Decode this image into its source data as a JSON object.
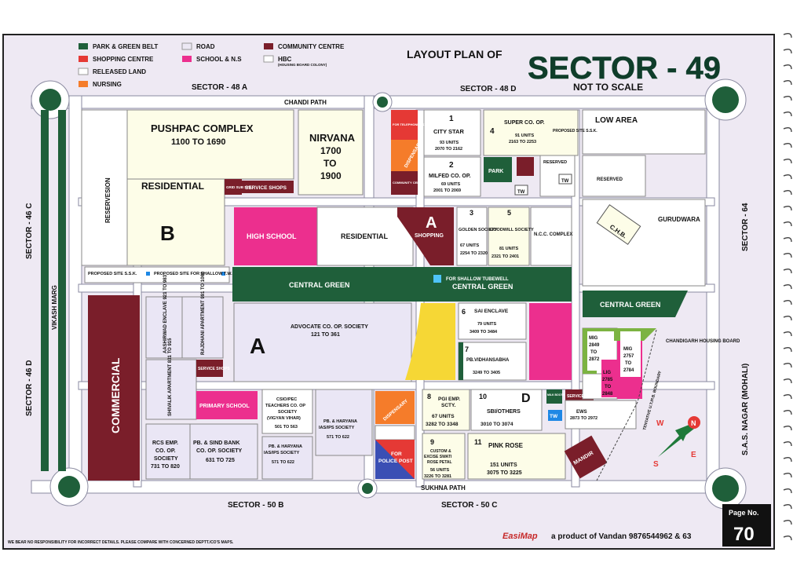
{
  "header": {
    "layout_plan": "LAYOUT PLAN OF",
    "sector_title": "SECTOR - 49",
    "not_to_scale": "NOT TO SCALE"
  },
  "legend": [
    {
      "label": "PARK & GREEN BELT",
      "color": "#1f5f3a"
    },
    {
      "label": "SHOPPING CENTRE",
      "color": "#e53935"
    },
    {
      "label": "RELEASED LAND",
      "color": "#ffffff"
    },
    {
      "label": "NURSING",
      "color": "#f57c2a"
    },
    {
      "label": "ROAD",
      "color": "#ece8f4"
    },
    {
      "label": "SCHOOL & N.S",
      "color": "#ec2f8e"
    },
    {
      "label": "COMMUNITY CENTRE",
      "color": "#7a1e2a"
    },
    {
      "label": "HBC",
      "color": "#ffffff"
    }
  ],
  "legend_hbc_sub": "(HOUSING BOARD COLONY)",
  "neighbours": {
    "top_left": "SECTOR - 48 A",
    "top_right": "SECTOR - 48 D",
    "left_top": "SECTOR - 46 C",
    "left_bottom": "SECTOR - 46 D",
    "right_top": "SECTOR - 64",
    "right_bottom": "S.A.S. NAGAR (MOHALI)",
    "bottom_left": "SECTOR - 50 B",
    "bottom_right": "SECTOR - 50 C"
  },
  "roads": {
    "chandi_path": "CHANDI PATH",
    "sukhna_path": "SUKHNA PATH",
    "vikash_marg": "VIKASH MARG"
  },
  "blocks": {
    "pushpac": "PUSHPAC COMPLEX",
    "pushpac_range": "1100 TO 1690",
    "residential_b": "RESIDENTIAL",
    "block_b": "B",
    "reservesion": "RESERVESION",
    "grid_sub_stn": "GRID SUB STN.",
    "service_shops": "SERVICE SHOPS",
    "nirvana": "NIRVANA",
    "nirvana_1": "1700",
    "nirvana_2": "TO",
    "nirvana_3": "1900",
    "for_telephone": "FOR TELEPHONE EXCHANG",
    "dispensary": "DISPENSARY",
    "community_centr": "COMMUNITY CENTR",
    "city_star_no": "1",
    "city_star": "CITY STAR",
    "city_star_units": "93 UNITS",
    "city_star_range": "2070 TO 2162",
    "milfed_no": "2",
    "milfed": "MILFED CO. OP.",
    "milfed_units": "69 UNITS",
    "milfed_range": "2001 TO 2069",
    "super_no": "4",
    "super_coop": "SUPER CO. OP.",
    "super_units": "91 UNITS",
    "super_range": "2163 TO 2253",
    "proposed_ssk_top": "PROPOSED SITE S.S.K.",
    "low_area": "LOW AREA",
    "park": "PARK",
    "reserved": "RESERVED",
    "tw": "TW",
    "chb": "C.H.B.",
    "gurudwara": "GURUDWARA",
    "high_school": "HIGH SCHOOL",
    "residential_a": "RESIDENTIAL",
    "shopping_a": "A",
    "shopping": "SHOPPING",
    "golden_no": "3",
    "golden": "GOLDEN SOCIETY",
    "golden_units": "67 UNITS",
    "golden_range": "2254 TO 2320",
    "goodwill_no": "5",
    "goodwill": "GOODWILL SOCIETY",
    "goodwill_units": "81 UNITS",
    "goodwill_range": "2321 TO 2401",
    "ncc": "N.C.C. COMPLEX",
    "proposed_ssk": "PROPOSED SITE S.S.K.",
    "proposed_tw": "PROPOSED SITE FOR SHALLOW T.W.",
    "central_green": "CENTRAL GREEN",
    "shallow_tubewell": "FOR SHALLOW TUBEWELL",
    "central_green_2": "CENTRAL GREEN",
    "central_green_3": "CENTRAL GREEN",
    "advocate": "ADVOCATE CO. OP. SOCIETY",
    "advocate_range": "121 TO 361",
    "block_a": "A",
    "sai_no": "6",
    "sai": "SAI ENCLAVE",
    "sai_units": "79 UNITS",
    "sai_range": "3409 TO 3484",
    "vidhan_no": "7",
    "vidhan": "PB.VIDHANSABHA",
    "vidhan_range": "3249 TO 3405",
    "aashirwad": "AASHIRWAD ENCLAVE 921 TO 983",
    "rajdhani": "RAJDHANI APARTMENT 991 TO 1060",
    "shivalik": "SHIVALIK APARTMENT 831 TO 915",
    "service_shops_2": "SERVICE SHOPS",
    "primary_school": "PRIMARY SCHOOL",
    "commercial": "COMMERCIAL",
    "csio_1": "CSIO/PEC",
    "csio_2": "TEACHERS CO. OP",
    "csio_3": "SOCIETY",
    "csio_4": "(VIGYAN VIHAR)",
    "csio_range": "501 TO 563",
    "pbh1_1": "PB. & HARYANA",
    "pbh1_2": "IAS/IPS SOCIETY",
    "pbh1_range": "571 TO 622",
    "pbh2_1": "PB. & HARYANA",
    "pbh2_2": "IAS/IPS SOCIETY",
    "pbh2_range": "571 TO 622",
    "rcs_1": "RCS EMP.",
    "rcs_2": "CO. OP.",
    "rcs_3": "SOCIETY",
    "rcs_range": "731 TO 820",
    "pbsind_1": "PB. & SIND BANK",
    "pbsind_2": "CO. OP. SOCIETY",
    "pbsind_range": "631 TO 725",
    "dispensary_2": "DISPENSARY",
    "police_1": "FOR",
    "police_2": "POLICE POST",
    "pgi_no": "8",
    "pgi_1": "PGI EMP.",
    "pgi_2": "SCTY.",
    "pgi_units": "67 UNITS",
    "pgi_range": "3282 TO 3348",
    "sbi_no": "10",
    "sbi_d": "D",
    "sbi": "SBI/OTHERS",
    "sbi_range": "3010 TO 3074",
    "milk_booth": "MILK BOOTH",
    "service_shops_3": "SERVICE SHOPS",
    "ews": "EWS",
    "ews_range": "2873 TO 2972",
    "custom_no": "9",
    "custom_1": "CUSTOM &",
    "custom_2": "EXCISE SWATI",
    "custom_3": "ROSE PETAL",
    "custom_units": "56 UNITS",
    "custom_range": "3226 TO 3281",
    "pink_no": "11",
    "pink": "PINK ROSE",
    "pink_units": "151 UNITS",
    "pink_range": "3075 TO 3225",
    "mandir": "MANDIR",
    "mig1_1": "MIG",
    "mig1_2": "2849",
    "mig1_3": "TO",
    "mig1_4": "2872",
    "mig2_1": "MIG",
    "mig2_2": "2757",
    "mig2_3": "TO",
    "mig2_4": "2784",
    "lig_1": "LIG",
    "lig_2": "2785",
    "lig_3": "TO",
    "lig_4": "2848",
    "chandigarh_hb": "CHANDIGARH HOUSING BOARD",
    "tentative": "TENTATIVE U.T./P.B. BOUNDARY"
  },
  "compass": {
    "s": "S",
    "w": "W",
    "n": "N",
    "e": "E"
  },
  "footer": {
    "disclaimer": "WE BEAR NO RESPONSIBILITY FOR INCORRECT DETAILS. PLEASE COMPARE WITH CONCERNED DEPTT./CO'S MAPS.",
    "brand": "EasiMap",
    "product": "a product of Vandan 9876544962 & 63",
    "page_label": "Page No.",
    "page_no": "70"
  }
}
